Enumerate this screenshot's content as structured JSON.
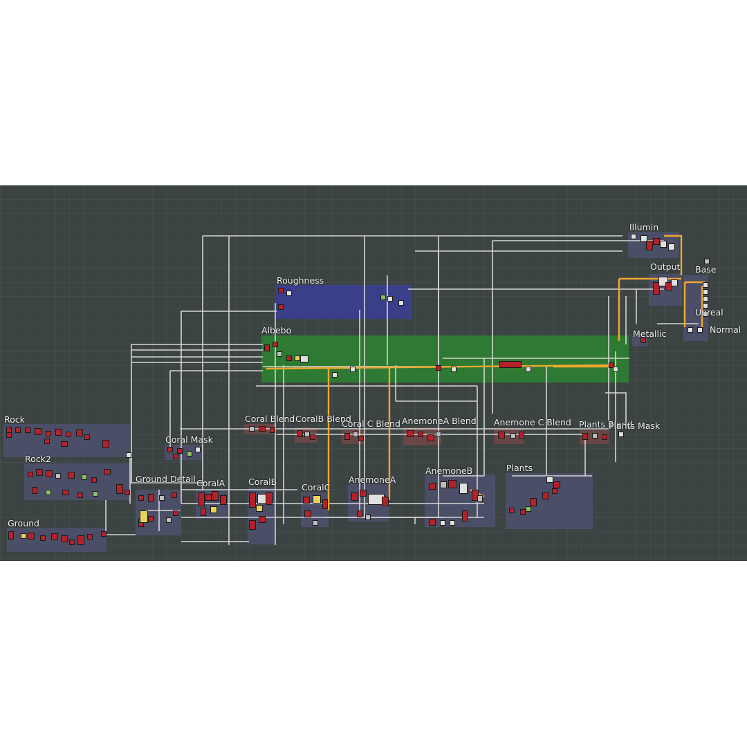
{
  "app": {
    "canvas_bg": "#3c4443"
  },
  "colors": {
    "frame_default": "#4a4e66",
    "frame_blue": "#3b3f8a",
    "frame_green": "#2f7a33",
    "frame_red": "#6a4747",
    "wire_white": "#d6d6d6",
    "wire_orange": "#f0a830",
    "node_red": "#b3222a",
    "node_gray": "#bdbdbd",
    "node_lightgray": "#e0e0e0",
    "node_yellow": "#e6d45a",
    "node_green": "#8fbf60"
  },
  "frames": {
    "illumin": "Illumin",
    "output": "Output",
    "base": "Base",
    "unreal": "Unreal",
    "normal": "Normal",
    "metallic": "Metallic",
    "roughness": "Roughness",
    "albebo": "Albebo",
    "rock": "Rock",
    "rock2": "Rock2",
    "ground": "Ground",
    "coral_mask": "Coral  Mask",
    "ground_detail": "Ground  Detail",
    "coral_a": "CoralA",
    "coral_b": "CoralB",
    "coral_c": "CoralC",
    "anemone_a": "AnemoneA",
    "anemone_b": "AnemoneB",
    "plants": "Plants",
    "coral_blend": "Coral  Blend",
    "coral_b_blend": "CoralB  Blend",
    "coral_c_blend": "Coral  C  Blend",
    "anemone_a_blend": "AnemoneA  Blend",
    "anemone_c_blend": "Anemone  C  Blend",
    "plants_blend": "Plants  Blend",
    "plants_mask": "Plants  Mask"
  }
}
